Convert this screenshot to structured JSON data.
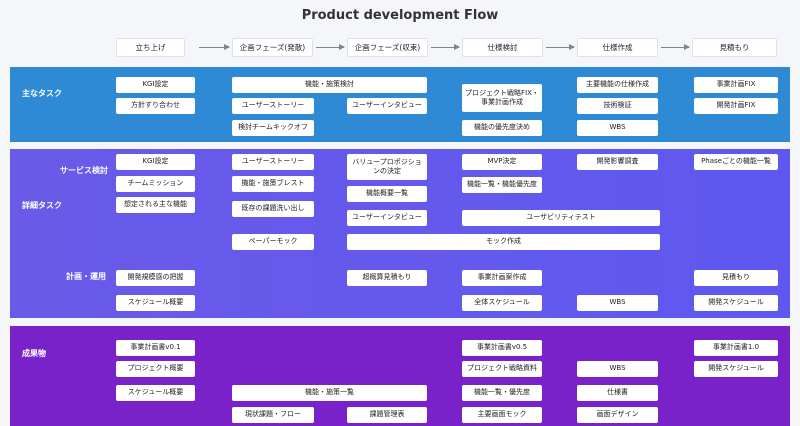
{
  "title": "Product development Flow",
  "phases": [
    "立ち上げ",
    "企画フェーズ(発散)",
    "企画フェーズ(収束)",
    "仕様検討",
    "仕様作成",
    "見積もり"
  ],
  "colors": {
    "main": "#2f8ad6",
    "detail": "#6457ea",
    "deliverable": "#7a22c9"
  },
  "bands": {
    "main": {
      "label": "主なタスク"
    },
    "detail": {
      "label": "詳細タスク",
      "sub_service": "サービス検討",
      "sub_plan": "計画・運用"
    },
    "deliverable": {
      "label": "成果物"
    }
  },
  "boxes": {
    "kgi_setting": "KGI設定",
    "policy_meeting": "方針すり合わせ",
    "feature_policy_review": "機能・施策検討",
    "user_story_main": "ユーザーストーリー",
    "user_interview_main": "ユーザーインタビュー",
    "kickoff": "検討チームキックオフ",
    "strategy_fix": "プロジェクト戦略FIX・事業計画作成",
    "priority_decision": "機能の優先度決め",
    "main_feature_spec": "主要機能の仕様作成",
    "tech_validation": "技術検証",
    "wbs_main": "WBS",
    "bizplan_fix": "事業計画FIX",
    "dev_plan_fix": "開発計画FIX",
    "kgi_setting_d": "KGI設定",
    "team_mission": "チームミッション",
    "assumed_features": "想定される主な機能",
    "user_story_d": "ユーザーストーリー",
    "feature_brainstorm": "機能・施策ブレスト",
    "issue_listing": "既存の課題洗い出し",
    "paper_mock": "ペーパーモック",
    "value_prop": "バリュープロポジションの決定",
    "feature_overview_list": "機能概要一覧",
    "user_interview_d": "ユーザーインタビュー",
    "mvp": "MVP決定",
    "feature_priority_list": "機能一覧・機能優先度",
    "usability_test": "ユーザビリティテスト",
    "mock_creation": "モック作成",
    "dev_impact": "開発影響調査",
    "phase_feature_list": "Phaseごとの機能一覧",
    "dev_scale": "開発規模感の把握",
    "schedule_overview": "スケジュール概要",
    "rough_estimate": "超概算見積もり",
    "bizplan_creation": "事業計画案作成",
    "overall_schedule": "全体スケジュール",
    "wbs_plan": "WBS",
    "estimate": "見積もり",
    "dev_schedule": "開発スケジュール",
    "bizplan_v01": "事業計画書v0.1",
    "project_overview": "プロジェクト概要",
    "schedule_overview_o": "スケジュール概要",
    "feature_policy_list": "機能・施策一覧",
    "current_issue_flow": "現状課題・フロー",
    "issue_mgmt_table": "課題管理表",
    "bizplan_v05": "事業計画書v0.5",
    "project_strategy_doc": "プロジェクト戦略資料",
    "feature_list_priority": "機能一覧・優先度",
    "main_screen_mock": "主要画面モック",
    "wbs_out": "WBS",
    "spec_doc": "仕様書",
    "screen_design": "画面デザイン",
    "bizplan_v10": "事業計画書1.0",
    "dev_schedule_out": "開発スケジュール"
  }
}
